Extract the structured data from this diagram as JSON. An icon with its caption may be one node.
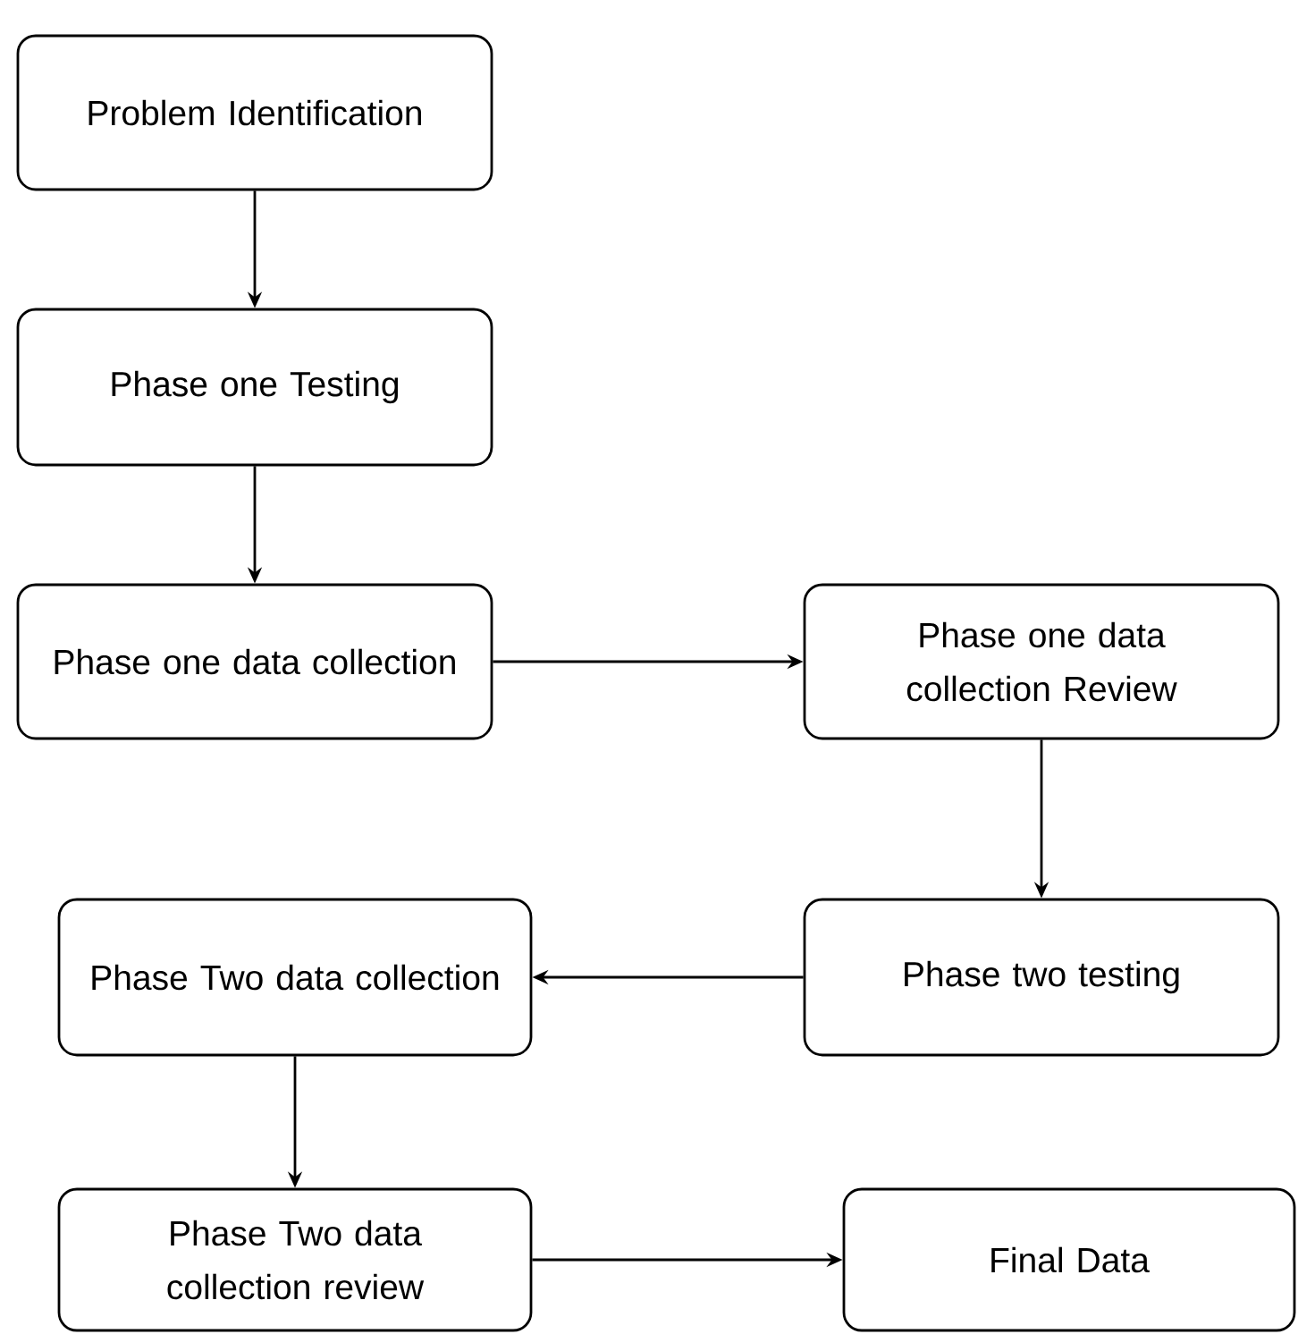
{
  "diagram": {
    "nodes": [
      {
        "text": [
          "Problem Identification"
        ]
      },
      {
        "text": [
          "Phase one Testing"
        ]
      },
      {
        "text": [
          "Phase one data collection"
        ]
      },
      {
        "text": [
          "Phase one data collection Review"
        ]
      },
      {
        "text": [
          "Phase two testing"
        ]
      },
      {
        "text": [
          "Phase Two data collection"
        ]
      },
      {
        "text": [
          "Phase Two data collection review"
        ]
      },
      {
        "text": [
          "Final Data"
        ]
      }
    ],
    "edges": [
      {
        "from": 0,
        "to": 1,
        "arrow": "to"
      },
      {
        "from": 1,
        "to": 2,
        "arrow": "to"
      },
      {
        "from": 2,
        "to": 3,
        "arrow": "to"
      },
      {
        "from": 3,
        "to": 4,
        "arrow": "to"
      },
      {
        "from": 4,
        "to": 5,
        "arrow": "to"
      },
      {
        "from": 5,
        "to": 6,
        "arrow": "to"
      },
      {
        "from": 6,
        "to": 7,
        "arrow": "to"
      }
    ]
  }
}
